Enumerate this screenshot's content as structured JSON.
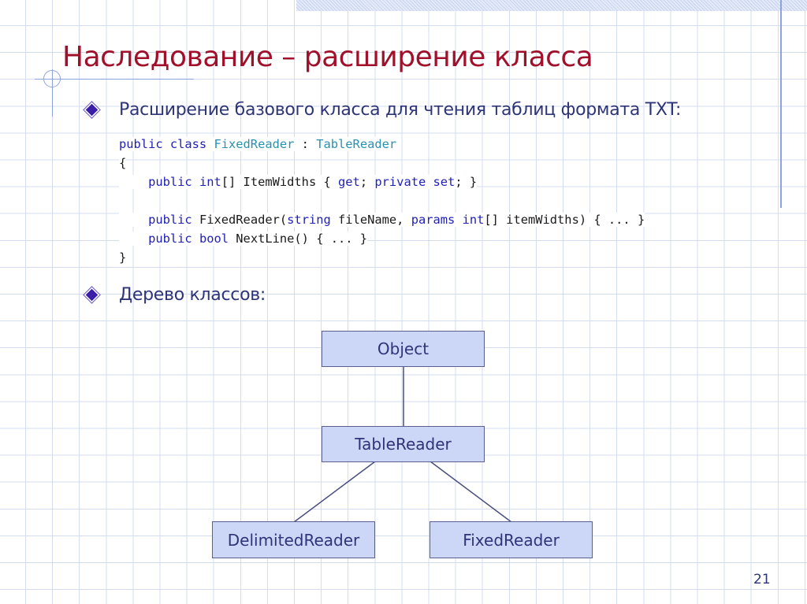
{
  "slide": {
    "title": "Наследование – расширение класса",
    "page_number": "21",
    "colors": {
      "title": "#a0102a",
      "text": "#2e3478",
      "keyword": "#1f1fb8",
      "type": "#2b91af",
      "node_fill": "#ccd6f6",
      "node_border": "#5a5e8e",
      "grid": "#d4dcf0"
    }
  },
  "bullets": [
    {
      "icon": "diamond-bullet-icon",
      "text": "Расширение базового класса для чтения таблиц формата TXT:"
    },
    {
      "icon": "diamond-bullet-icon",
      "text": "Дерево классов:"
    }
  ],
  "code": {
    "language": "C#",
    "lines": [
      [
        {
          "t": "public class ",
          "c": "kw"
        },
        {
          "t": "FixedReader",
          "c": "type"
        },
        {
          "t": " : ",
          "c": ""
        },
        {
          "t": "TableReader",
          "c": "type"
        }
      ],
      [
        {
          "t": "{",
          "c": ""
        }
      ],
      [
        {
          "t": "    ",
          "c": ""
        },
        {
          "t": "public int",
          "c": "kw"
        },
        {
          "t": "[] ItemWidths { ",
          "c": ""
        },
        {
          "t": "get",
          "c": "kw"
        },
        {
          "t": "; ",
          "c": ""
        },
        {
          "t": "private set",
          "c": "kw"
        },
        {
          "t": "; }",
          "c": ""
        }
      ],
      [
        {
          "t": "",
          "c": ""
        }
      ],
      [
        {
          "t": "    ",
          "c": ""
        },
        {
          "t": "public",
          "c": "kw"
        },
        {
          "t": " FixedReader(",
          "c": ""
        },
        {
          "t": "string",
          "c": "kw"
        },
        {
          "t": " fileName, ",
          "c": ""
        },
        {
          "t": "params int",
          "c": "kw"
        },
        {
          "t": "[] itemWidths) { ... }",
          "c": ""
        }
      ],
      [
        {
          "t": "    ",
          "c": ""
        },
        {
          "t": "public bool",
          "c": "kw"
        },
        {
          "t": " NextLine() { ... }",
          "c": ""
        }
      ],
      [
        {
          "t": "}",
          "c": ""
        }
      ]
    ]
  },
  "class_tree": {
    "nodes": [
      {
        "id": "object",
        "label": "Object"
      },
      {
        "id": "tablereader",
        "label": "TableReader"
      },
      {
        "id": "delimitedreader",
        "label": "DelimitedReader"
      },
      {
        "id": "fixedreader",
        "label": "FixedReader"
      }
    ],
    "edges": [
      {
        "from": "object",
        "to": "tablereader"
      },
      {
        "from": "tablereader",
        "to": "delimitedreader"
      },
      {
        "from": "tablereader",
        "to": "fixedreader"
      }
    ]
  }
}
